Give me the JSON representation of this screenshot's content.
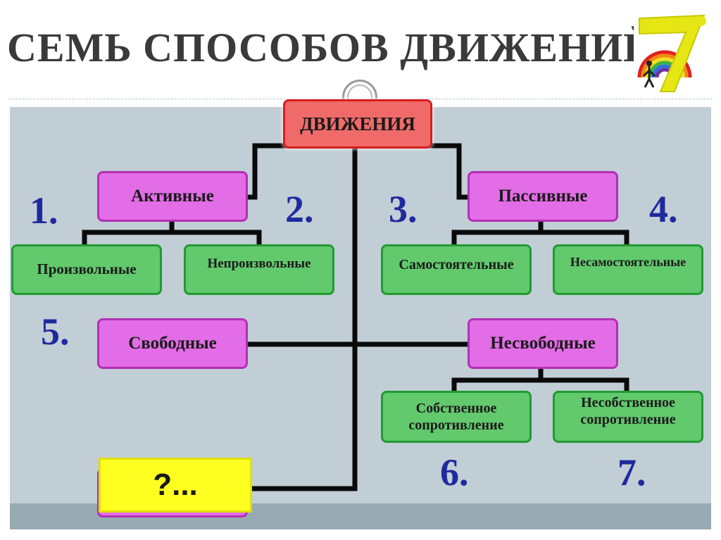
{
  "title": "СЕМЬ СПОСОБОВ ДВИЖЕНИЙ",
  "diagram": {
    "root": "ДВИЖЕНИЯ",
    "categories": {
      "active": "Активные",
      "passive": "Пассивные",
      "free": "Свободные",
      "unfree": "Несвободные",
      "unknown": "?..."
    },
    "subcategories": {
      "voluntary": "Произвольные",
      "involuntary": "Непроизвольные",
      "independent": "Самостоятельные",
      "dependent": "Несамостоятельные",
      "own_resistance": "Собственное сопротивление",
      "external_resistance": "Несобственное сопротивление"
    },
    "numbers": [
      "1.",
      "2.",
      "3.",
      "4.",
      "5.",
      "6.",
      "7."
    ]
  },
  "colors": {
    "root_fill": "#f06a6a",
    "category_fill": "#e26de6",
    "sub_fill": "#62c96d",
    "number_color": "#1f2a9e",
    "highlight": "#ffff22"
  },
  "logo_icon": "rainbow-seven-icon"
}
